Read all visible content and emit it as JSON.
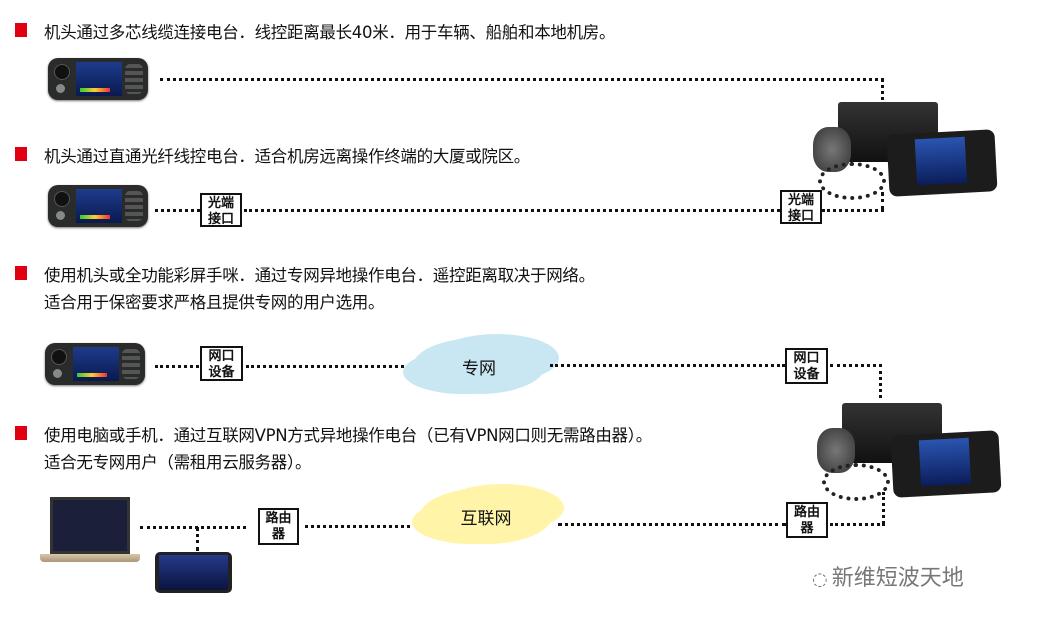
{
  "sections": [
    {
      "lines": [
        "机头通过多芯线缆连接电台．线控距离最长40米．用于车辆、船舶和本地机房。"
      ]
    },
    {
      "lines": [
        "机头通过直通光纤线控电台．适合机房远离操作终端的大厦或院区。"
      ]
    },
    {
      "lines": [
        "使用机头或全功能彩屏手咪．通过专网异地操作电台．遥控距离取决于网络。",
        "适合用于保密要求严格且提供专网的用户选用。"
      ]
    },
    {
      "lines": [
        "使用电脑或手机．通过互联网VPN方式异地操作电台（已有VPN网口则无需路由器）。",
        "适合无专网用户（需租用云服务器）。"
      ]
    }
  ],
  "boxes": {
    "fiber": [
      "光端",
      "接口"
    ],
    "net": [
      "网口",
      "设备"
    ],
    "router": [
      "路由",
      "器"
    ]
  },
  "clouds": {
    "private": "专网",
    "internet": "互联网"
  },
  "colors": {
    "bullet": "#e00012",
    "private_cloud": "#c9e7f2",
    "internet_cloud": "#fff4a8"
  },
  "watermark": "新维短波天地"
}
